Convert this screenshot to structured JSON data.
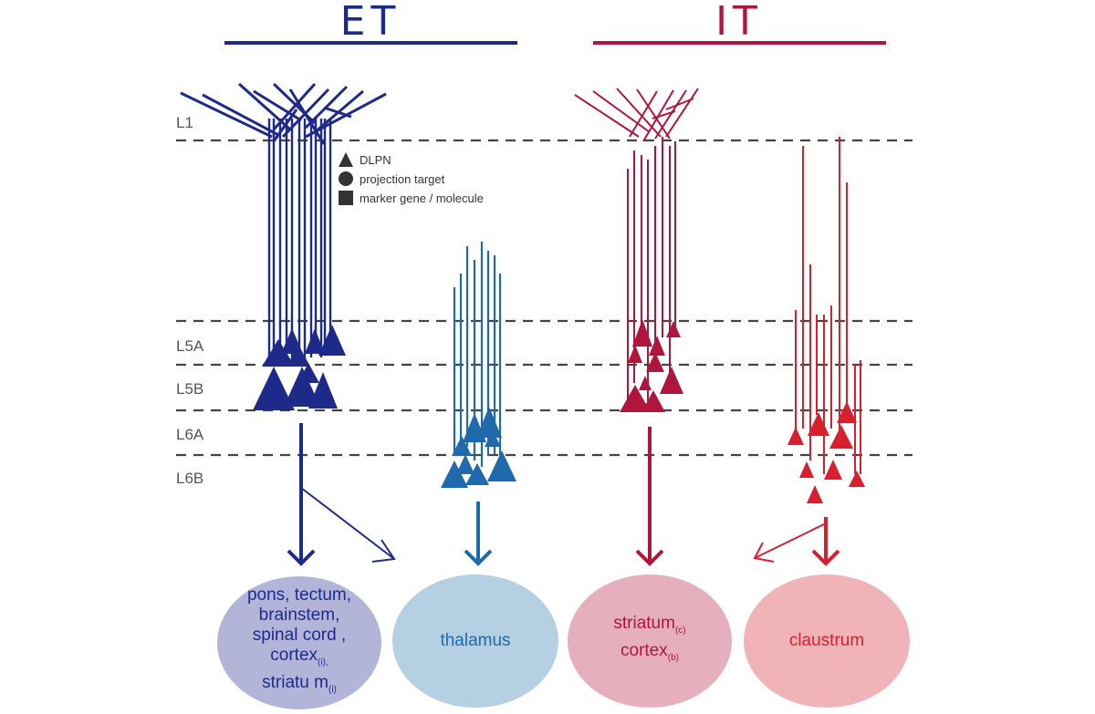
{
  "headers": {
    "et": "ET",
    "it": "IT"
  },
  "colors": {
    "et_dark": "#1e2a8a",
    "et_light": "#1e6aad",
    "it_dark": "#b0163c",
    "it_light": "#d81f2e",
    "layer_line": "#444444",
    "label_grey": "#555555"
  },
  "layers": [
    "L1",
    "L5A",
    "L5B",
    "L6A",
    "L6B"
  ],
  "legend": [
    {
      "shape": "triangle",
      "label": "DLPN"
    },
    {
      "shape": "circle",
      "label": "projection target"
    },
    {
      "shape": "square",
      "label": "marker gene / molecule"
    }
  ],
  "targets": {
    "et_main": {
      "lines": [
        "pons, tectum,",
        "brainstem,",
        "spinal cord ,"
      ],
      "sub_lines": [
        {
          "text": "cortex",
          "sub": "(i),"
        },
        {
          "text": "striatu m",
          "sub": "(i)"
        }
      ],
      "fill": "#b3b5d8",
      "text_color": "#1e2a8a"
    },
    "thalamus": {
      "label": "thalamus",
      "fill": "#b5cfe3",
      "text_color": "#1e6aad"
    },
    "striatum": {
      "sub_lines": [
        {
          "text": "striatum",
          "sub": "(c)"
        },
        {
          "text": "cortex",
          "sub": "(b)"
        }
      ],
      "fill": "#e5afbd",
      "text_color": "#b0163c"
    },
    "claustrum": {
      "label": "claustrum",
      "fill": "#f0b3b8",
      "text_color": "#d81f2e"
    }
  }
}
